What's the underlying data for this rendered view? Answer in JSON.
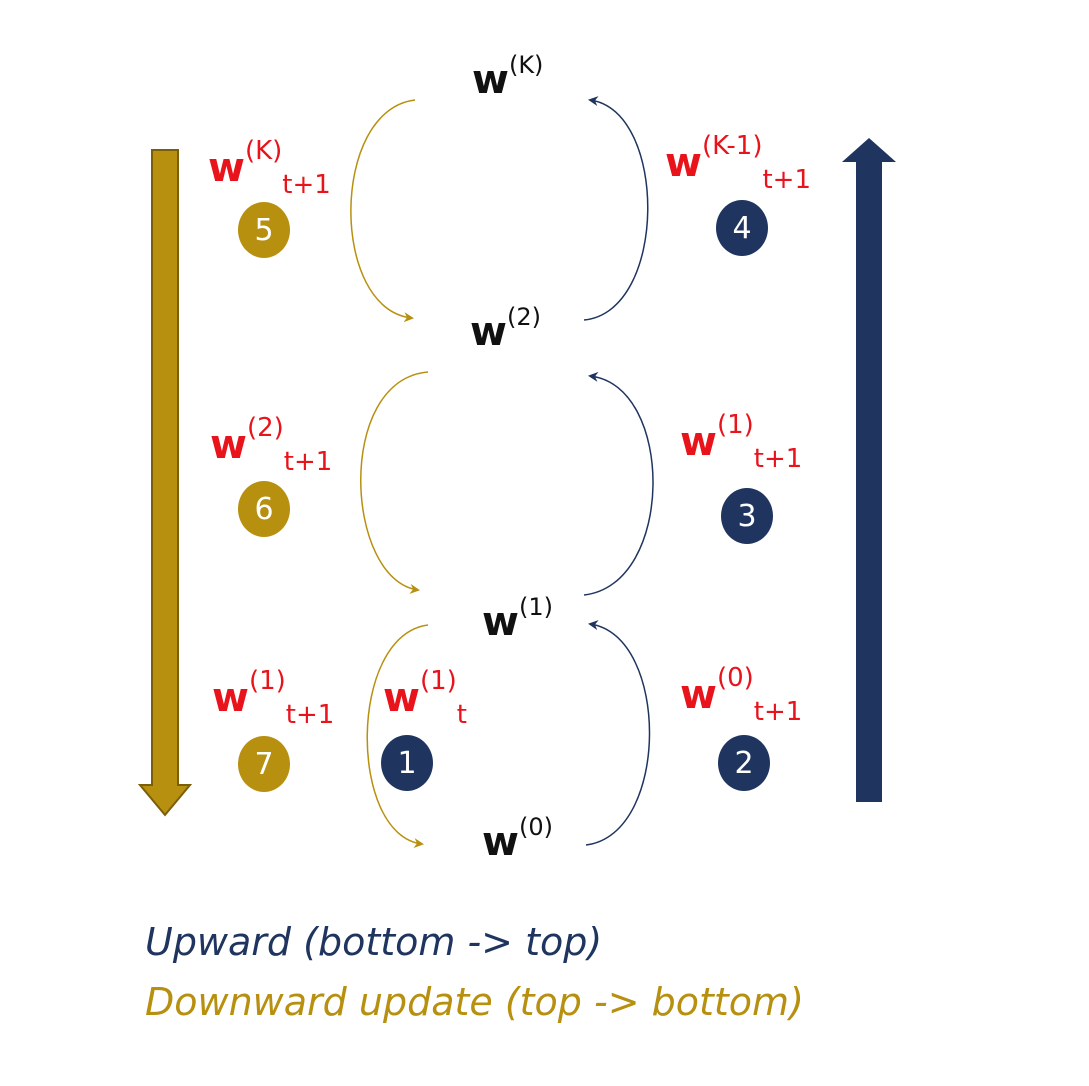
{
  "colors": {
    "up": "#1f3560",
    "down": "#b8900f",
    "update_label": "#e8131b",
    "node_label": "#111111"
  },
  "nodes": [
    {
      "id": "K",
      "base": "w",
      "sup": "(K)"
    },
    {
      "id": "2",
      "base": "w",
      "sup": "(2)"
    },
    {
      "id": "1",
      "base": "w",
      "sup": "(1)"
    },
    {
      "id": "0",
      "base": "w",
      "sup": "(0)"
    }
  ],
  "update_labels": [
    {
      "id": "wK_t1",
      "base": "w",
      "sup": "(K)",
      "sub": "t+1"
    },
    {
      "id": "wK1_t1",
      "base": "w",
      "sup": "(K-1)",
      "sub": "t+1"
    },
    {
      "id": "w2_t1",
      "base": "w",
      "sup": "(2)",
      "sub": "t+1"
    },
    {
      "id": "w1_t1_right",
      "base": "w",
      "sup": "(1)",
      "sub": "t+1"
    },
    {
      "id": "w1_t1_left",
      "base": "w",
      "sup": "(1)",
      "sub": "t+1"
    },
    {
      "id": "w1_t",
      "base": "w",
      "sup": "(1)",
      "sub": "t"
    },
    {
      "id": "w0_t1",
      "base": "w",
      "sup": "(0)",
      "sub": "t+1"
    }
  ],
  "steps": [
    {
      "number": "1",
      "direction": "up"
    },
    {
      "number": "2",
      "direction": "up"
    },
    {
      "number": "3",
      "direction": "up"
    },
    {
      "number": "4",
      "direction": "up"
    },
    {
      "number": "5",
      "direction": "down"
    },
    {
      "number": "6",
      "direction": "down"
    },
    {
      "number": "7",
      "direction": "down"
    }
  ],
  "legend": {
    "up": "Upward (bottom -> top)",
    "down": "Downward update (top -> bottom)"
  }
}
